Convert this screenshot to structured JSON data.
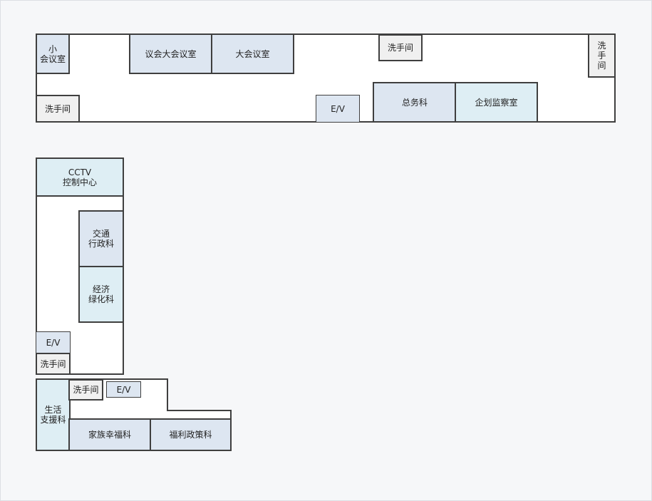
{
  "colors": {
    "office_blue": "#dde6f1",
    "office_cyan": "#deeef4",
    "restroom_gray": "#f0f0f0",
    "wall": "#3f3f3f"
  },
  "floor_1": {
    "small_meeting_room": "小\n会议室",
    "council_hall": "议会大会议室",
    "main_meeting_room": "大会议室",
    "restroom_top": "洗手间",
    "restroom_right": "洗\n手\n间",
    "restroom_left": "洗手间",
    "elevator": "E/V",
    "general_affairs": "总务科",
    "planning_audit": "企划监察室"
  },
  "floor_2": {
    "cctv_center": "CCTV\n控制中心",
    "traffic_admin": "交通\n行政科",
    "economic_green": "经济\n绿化科",
    "elevator": "E/V",
    "restroom": "洗手间"
  },
  "floor_3": {
    "life_support": "生活\n支援科",
    "restroom": "洗手间",
    "elevator": "E/V",
    "family_welfare": "家族幸福科",
    "welfare_policy": "福利政策科"
  }
}
